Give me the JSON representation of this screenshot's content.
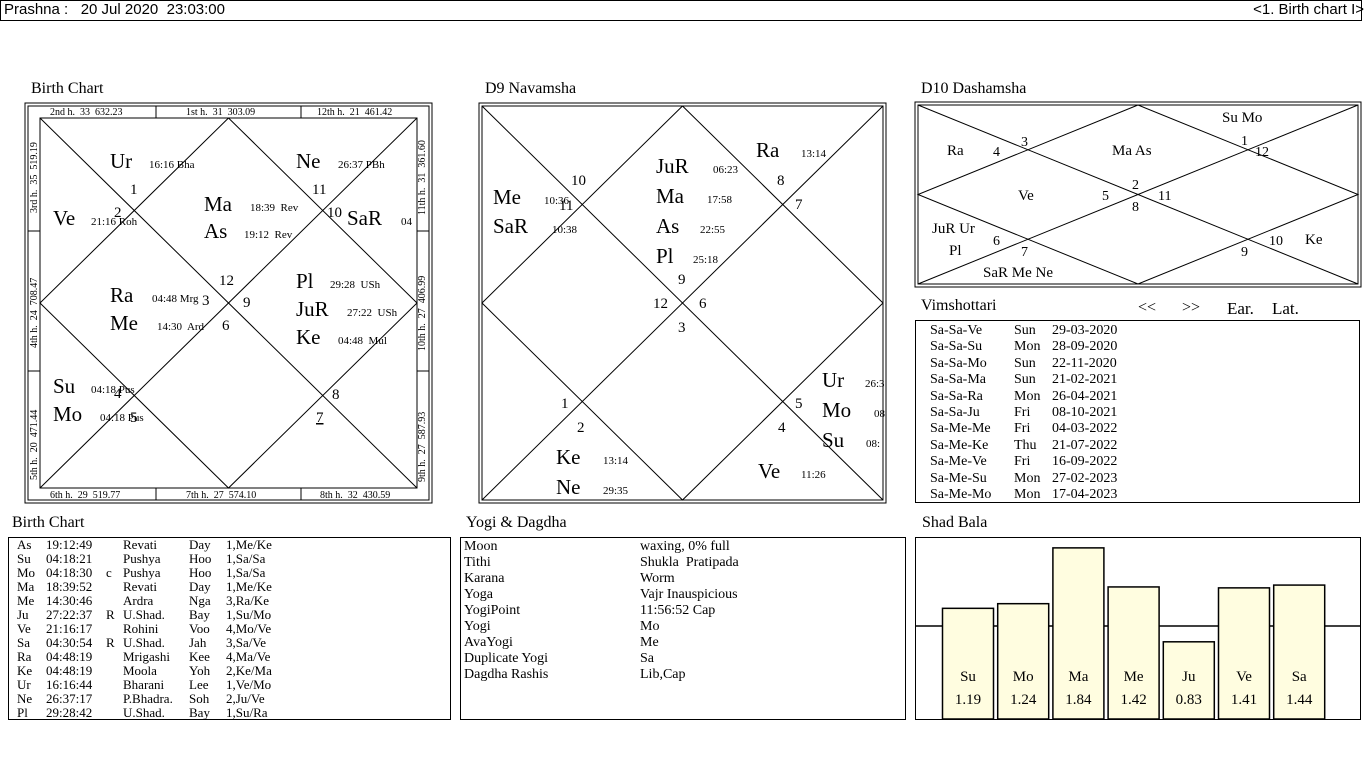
{
  "header": {
    "left": "Prashna :   20 Jul 2020  23:03:00",
    "right": "<1. Birth chart I>"
  },
  "birth_chart_title": "Birth Chart",
  "navamsha_title": "D9 Navamsha",
  "dashamsha_title": "D10 Dashamsha",
  "vimshottari": {
    "title": "Vimshottari",
    "prev": "<<",
    "next": ">>",
    "earlier": "Ear.",
    "later": "Lat.",
    "rows": [
      [
        "Sa-Sa-Ve",
        "Sun",
        "29-03-2020"
      ],
      [
        "Sa-Sa-Su",
        "Mon",
        "28-09-2020"
      ],
      [
        "Sa-Sa-Mo",
        "Sun",
        "22-11-2020"
      ],
      [
        "Sa-Sa-Ma",
        "Sun",
        "21-02-2021"
      ],
      [
        "Sa-Sa-Ra",
        "Mon",
        "26-04-2021"
      ],
      [
        "Sa-Sa-Ju",
        "Fri",
        "08-10-2021"
      ],
      [
        "Sa-Me-Me",
        "Fri",
        "04-03-2022"
      ],
      [
        "Sa-Me-Ke",
        "Thu",
        "21-07-2022"
      ],
      [
        "Sa-Me-Ve",
        "Fri",
        "16-09-2022"
      ],
      [
        "Sa-Me-Su",
        "Mon",
        "27-02-2023"
      ],
      [
        "Sa-Me-Mo",
        "Mon",
        "17-04-2023"
      ]
    ]
  },
  "birth_table": {
    "title": "Birth Chart",
    "rows": [
      [
        "As",
        "19:12:49",
        "",
        "Revati",
        "Day",
        "1,Me/Ke"
      ],
      [
        "Su",
        "04:18:21",
        "",
        "Pushya",
        "Hoo",
        "1,Sa/Sa"
      ],
      [
        "Mo",
        "04:18:30",
        "c",
        "Pushya",
        "Hoo",
        "1,Sa/Sa"
      ],
      [
        "Ma",
        "18:39:52",
        "",
        "Revati",
        "Day",
        "1,Me/Ke"
      ],
      [
        "Me",
        "14:30:46",
        "",
        "Ardra",
        "Nga",
        "3,Ra/Ke"
      ],
      [
        "Ju",
        "27:22:37",
        "R",
        "U.Shad.",
        "Bay",
        "1,Su/Mo"
      ],
      [
        "Ve",
        "21:16:17",
        "",
        "Rohini",
        "Voo",
        "4,Mo/Ve"
      ],
      [
        "Sa",
        "04:30:54",
        "R",
        "U.Shad.",
        "Jah",
        "3,Sa/Ve"
      ],
      [
        "Ra",
        "04:48:19",
        "",
        "Mrigashi",
        "Kee",
        "4,Ma/Ve"
      ],
      [
        "Ke",
        "04:48:19",
        "",
        "Moola",
        "Yoh",
        "2,Ke/Ma"
      ],
      [
        "Ur",
        "16:16:44",
        "",
        "Bharani",
        "Lee",
        "1,Ve/Mo"
      ],
      [
        "Ne",
        "26:37:17",
        "",
        "P.Bhadra.",
        "Soh",
        "2,Ju/Ve"
      ],
      [
        "Pl",
        "29:28:42",
        "",
        "U.Shad.",
        "Bay",
        "1,Su/Ra"
      ]
    ]
  },
  "yogi": {
    "title": "Yogi & Dagdha",
    "rows": [
      [
        "Moon",
        "waxing, 0% full"
      ],
      [
        "Tithi",
        "Shukla  Pratipada"
      ],
      [
        "Karana",
        "Worm"
      ],
      [
        "Yoga",
        "Vajr Inauspicious"
      ],
      [
        "YogiPoint",
        "11:56:52 Cap"
      ],
      [
        "Yogi",
        "Mo"
      ],
      [
        "AvaYogi",
        "Me"
      ],
      [
        "Duplicate Yogi",
        "Sa"
      ],
      [
        "Dagdha Rashis",
        "Lib,Cap"
      ]
    ]
  },
  "chart_data": [
    {
      "type": "bar",
      "title": "Shad Bala",
      "categories": [
        "Su",
        "Mo",
        "Ma",
        "Me",
        "Ju",
        "Ve",
        "Sa"
      ],
      "values": [
        1.19,
        1.24,
        1.84,
        1.42,
        0.83,
        1.41,
        1.44
      ],
      "value_labels": [
        "1.19",
        "1.24",
        "1.84",
        "1.42",
        "0.83",
        "1.41",
        "1.44"
      ],
      "reference_line": 1.0,
      "bar_color": "#fffde0"
    }
  ],
  "rasi_chart": {
    "border_labels": {
      "top": [
        "2nd h.  33  632.23",
        "1st h.  31  303.09",
        "12th h.  21  461.42"
      ],
      "bottom": [
        "6th h.  29  519.77",
        "7th h.  27  574.10",
        "8th h.  32  430.59"
      ],
      "left": [
        "3rd h.  35  519.19",
        "4th h.  24  708.47",
        "5th h.  20  471.44"
      ],
      "right": [
        "11th h.  31  361.60",
        "10th h.  27  406.99",
        "9th h.  27  587.93"
      ]
    },
    "sign_numbers": [
      "1",
      "2",
      "12",
      "11",
      "3",
      "10",
      "9",
      "6",
      "4",
      "5",
      "8",
      "7"
    ],
    "planets": [
      [
        "Ur",
        "16:16 Bha"
      ],
      [
        "Ne",
        "26:37 PBh"
      ],
      [
        "Ve",
        "21:16 Roh"
      ],
      [
        "Ma",
        "18:39  Rev"
      ],
      [
        "As",
        "19:12  Rev"
      ],
      [
        "SaR",
        "04"
      ],
      [
        "Ra",
        "04:48 Mrg"
      ],
      [
        "Me",
        "14:30  Ard"
      ],
      [
        "Pl",
        "29:28  USh"
      ],
      [
        "JuR",
        "27:22  USh"
      ],
      [
        "Ke",
        "04:48  Mul"
      ],
      [
        "Su",
        "04:18 Pus"
      ],
      [
        "Mo",
        "04:18 Pus"
      ]
    ]
  },
  "navamsha_chart": {
    "sign_numbers": [
      "10",
      "11",
      "8",
      "7",
      "9",
      "12",
      "6",
      "3",
      "1",
      "2",
      "5",
      "4"
    ],
    "planets": [
      [
        "Ra",
        "13:14"
      ],
      [
        "JuR",
        "06:23"
      ],
      [
        "Ma",
        "17:58"
      ],
      [
        "As",
        "22:55"
      ],
      [
        "Pl",
        "25:18"
      ],
      [
        "Me",
        "10:36"
      ],
      [
        "SaR",
        "10:38"
      ],
      [
        "Ur",
        "26:3"
      ],
      [
        "Mo",
        "08"
      ],
      [
        "Su",
        "08:"
      ],
      [
        "Ke",
        "13:14"
      ],
      [
        "Ne",
        "29:35"
      ],
      [
        "Ve",
        "11:26"
      ]
    ]
  },
  "dashamsha_chart": {
    "sign_numbers": [
      "3",
      "1",
      "4",
      "12",
      "2",
      "5",
      "11",
      "8",
      "6",
      "7",
      "9",
      "10"
    ],
    "planets": [
      "Su Mo",
      "Ra",
      "Ma As",
      "Ve",
      "JuR Ur",
      "Pl",
      "SaR Me Ne",
      "Ke"
    ]
  }
}
